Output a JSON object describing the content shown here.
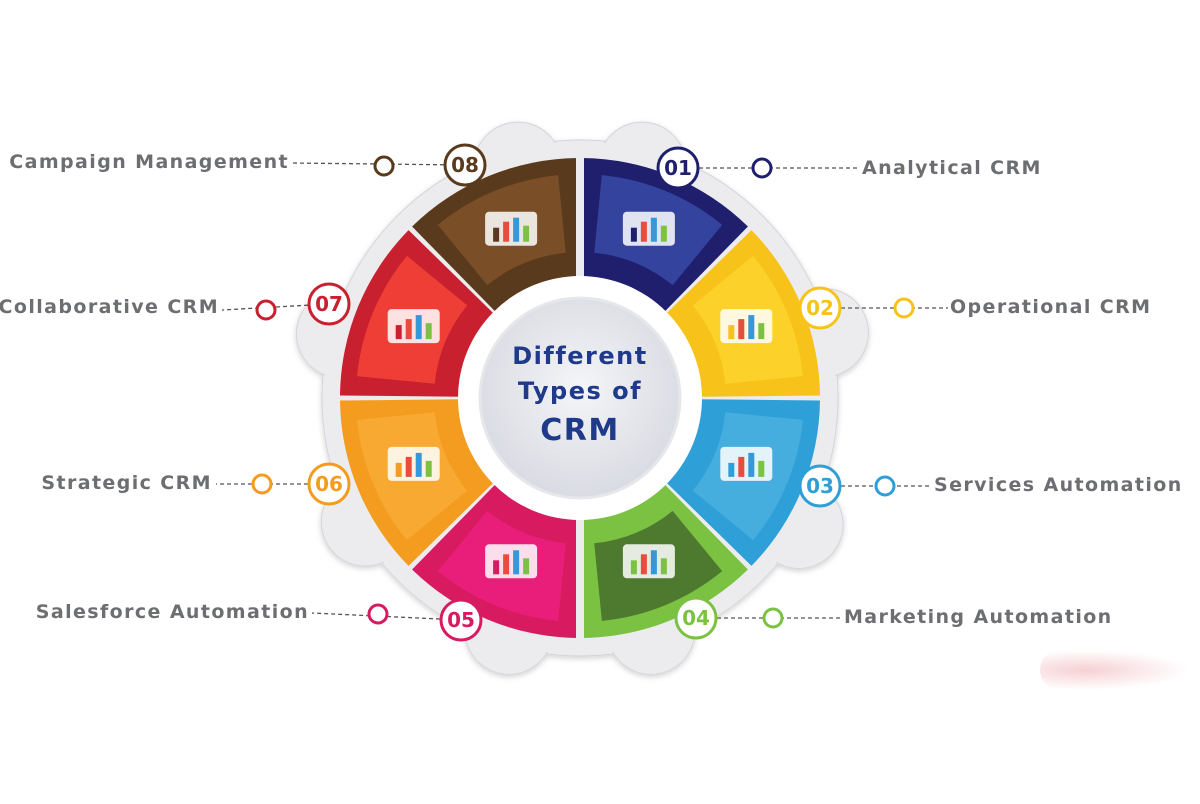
{
  "title": {
    "line1": "Different",
    "line2": "Types of",
    "line3": "CRM"
  },
  "items": [
    {
      "number": "01",
      "label": "Analytical CRM",
      "color": "#1f1f6e",
      "inner": "#34449e",
      "icon": "analytics-dashboard-icon"
    },
    {
      "number": "02",
      "label": "Operational CRM",
      "color": "#f7c21a",
      "inner": "#fcd22a",
      "icon": "team-gears-icon"
    },
    {
      "number": "03",
      "label": "Services Automation",
      "color": "#2f9fd8",
      "inner": "#46addf",
      "icon": "mobile-search-icon"
    },
    {
      "number": "04",
      "label": "Marketing Automation",
      "color": "#7cc242",
      "inner": "#4e7a2f",
      "icon": "email-network-icon"
    },
    {
      "number": "05",
      "label": "Salesforce Automation",
      "color": "#d81b60",
      "inner": "#e91e7a",
      "icon": "salesforce-gears-icon"
    },
    {
      "number": "06",
      "label": "Strategic CRM",
      "color": "#f39c1f",
      "inner": "#f7a932",
      "icon": "bar-chart-report-icon"
    },
    {
      "number": "07",
      "label": "Collaborative CRM",
      "color": "#c8202f",
      "inner": "#ef3e36",
      "icon": "teamwork-ladder-icon"
    },
    {
      "number": "08",
      "label": "Campaign Management",
      "color": "#5a3a1c",
      "inner": "#7a4f28",
      "icon": "megaphone-social-icon"
    }
  ],
  "colors": {
    "title_text": "#1f3a8a",
    "label_text": "#6d6e71",
    "frame": "#ececee"
  }
}
